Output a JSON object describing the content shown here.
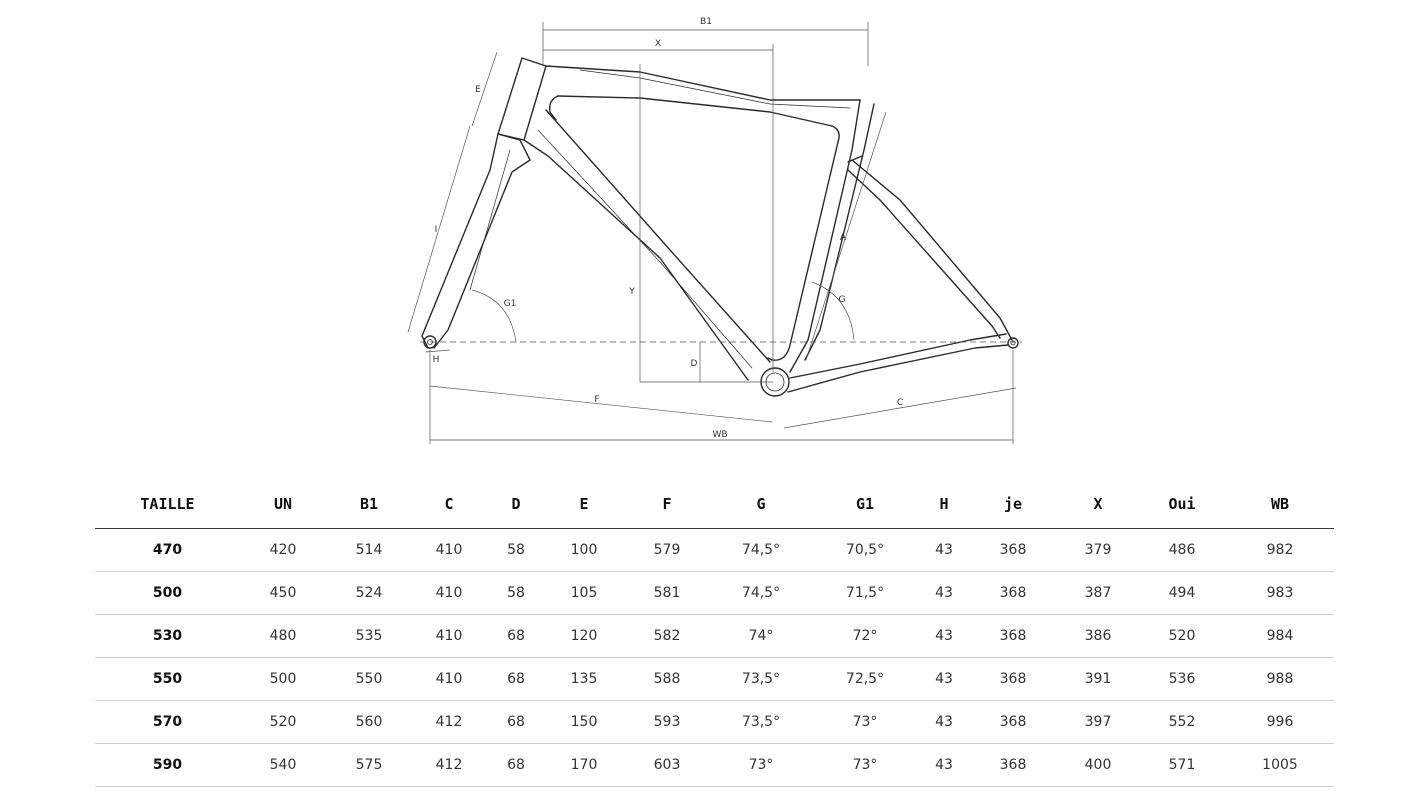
{
  "diagram": {
    "labels": {
      "b1": "B1",
      "x": "X",
      "e": "E",
      "i": "I",
      "g1": "G1",
      "y": "Y",
      "a": "A",
      "g": "G",
      "d": "D",
      "h": "H",
      "f": "F",
      "c": "C",
      "wb": "WB"
    },
    "colors": {
      "line": "#2a2a2a",
      "dim": "#555555"
    }
  },
  "table": {
    "headers": [
      "TAILLE",
      "UN",
      "B1",
      "C",
      "D",
      "E",
      "F",
      "G",
      "G1",
      "H",
      "je",
      "X",
      "Oui",
      "WB"
    ],
    "rows": [
      [
        "470",
        "420",
        "514",
        "410",
        "58",
        "100",
        "579",
        "74,5°",
        "70,5°",
        "43",
        "368",
        "379",
        "486",
        "982"
      ],
      [
        "500",
        "450",
        "524",
        "410",
        "58",
        "105",
        "581",
        "74,5°",
        "71,5°",
        "43",
        "368",
        "387",
        "494",
        "983"
      ],
      [
        "530",
        "480",
        "535",
        "410",
        "68",
        "120",
        "582",
        "74°",
        "72°",
        "43",
        "368",
        "386",
        "520",
        "984"
      ],
      [
        "550",
        "500",
        "550",
        "410",
        "68",
        "135",
        "588",
        "73,5°",
        "72,5°",
        "43",
        "368",
        "391",
        "536",
        "988"
      ],
      [
        "570",
        "520",
        "560",
        "412",
        "68",
        "150",
        "593",
        "73,5°",
        "73°",
        "43",
        "368",
        "397",
        "552",
        "996"
      ],
      [
        "590",
        "540",
        "575",
        "412",
        "68",
        "170",
        "603",
        "73°",
        "73°",
        "43",
        "368",
        "400",
        "571",
        "1005"
      ]
    ]
  }
}
